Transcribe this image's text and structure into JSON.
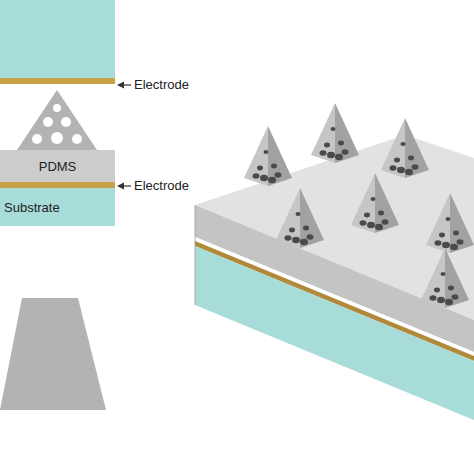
{
  "diagram": {
    "nodes": [
      {
        "text": [
          "PDMS"
        ]
      },
      {
        "text": [
          "Substrate"
        ]
      }
    ],
    "labels": [
      "Electrode",
      "Electrode"
    ]
  }
}
